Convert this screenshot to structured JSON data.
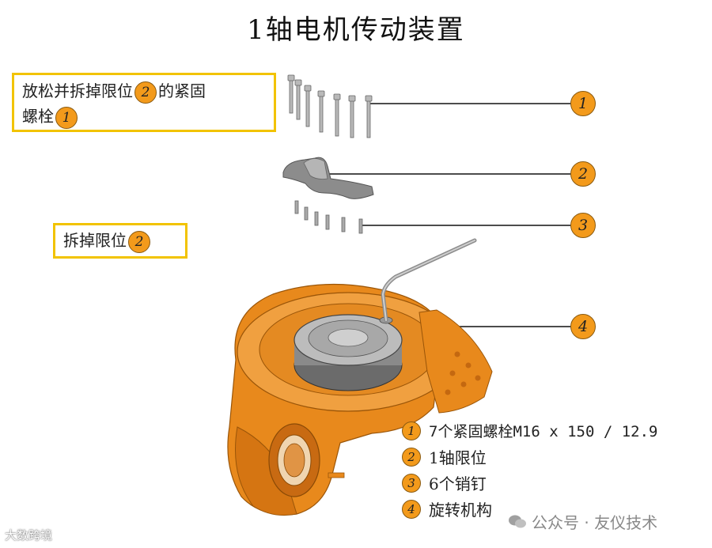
{
  "title": "1轴电机传动装置",
  "note1": {
    "text_before": "放松并拆掉限位",
    "badge_a": "2",
    "text_after": "的紧固",
    "text_line2": "螺栓",
    "badge_b": "1"
  },
  "note2": {
    "text": "拆掉限位",
    "badge": "2"
  },
  "callouts": [
    "1",
    "2",
    "3",
    "4"
  ],
  "legend": [
    {
      "num": "1",
      "text": "7个紧固螺栓M16 x 150 / 12.9"
    },
    {
      "num": "2",
      "text": "1轴限位"
    },
    {
      "num": "3",
      "text": "6个销钉"
    },
    {
      "num": "4",
      "text": "旋转机构"
    }
  ],
  "watermark_left": "大数跨境",
  "watermark_right": "公众号 · 友仪技术",
  "colors": {
    "accent_orange": "#f39a1b",
    "note_border": "#f2c300",
    "housing_orange": "#e8891c"
  }
}
